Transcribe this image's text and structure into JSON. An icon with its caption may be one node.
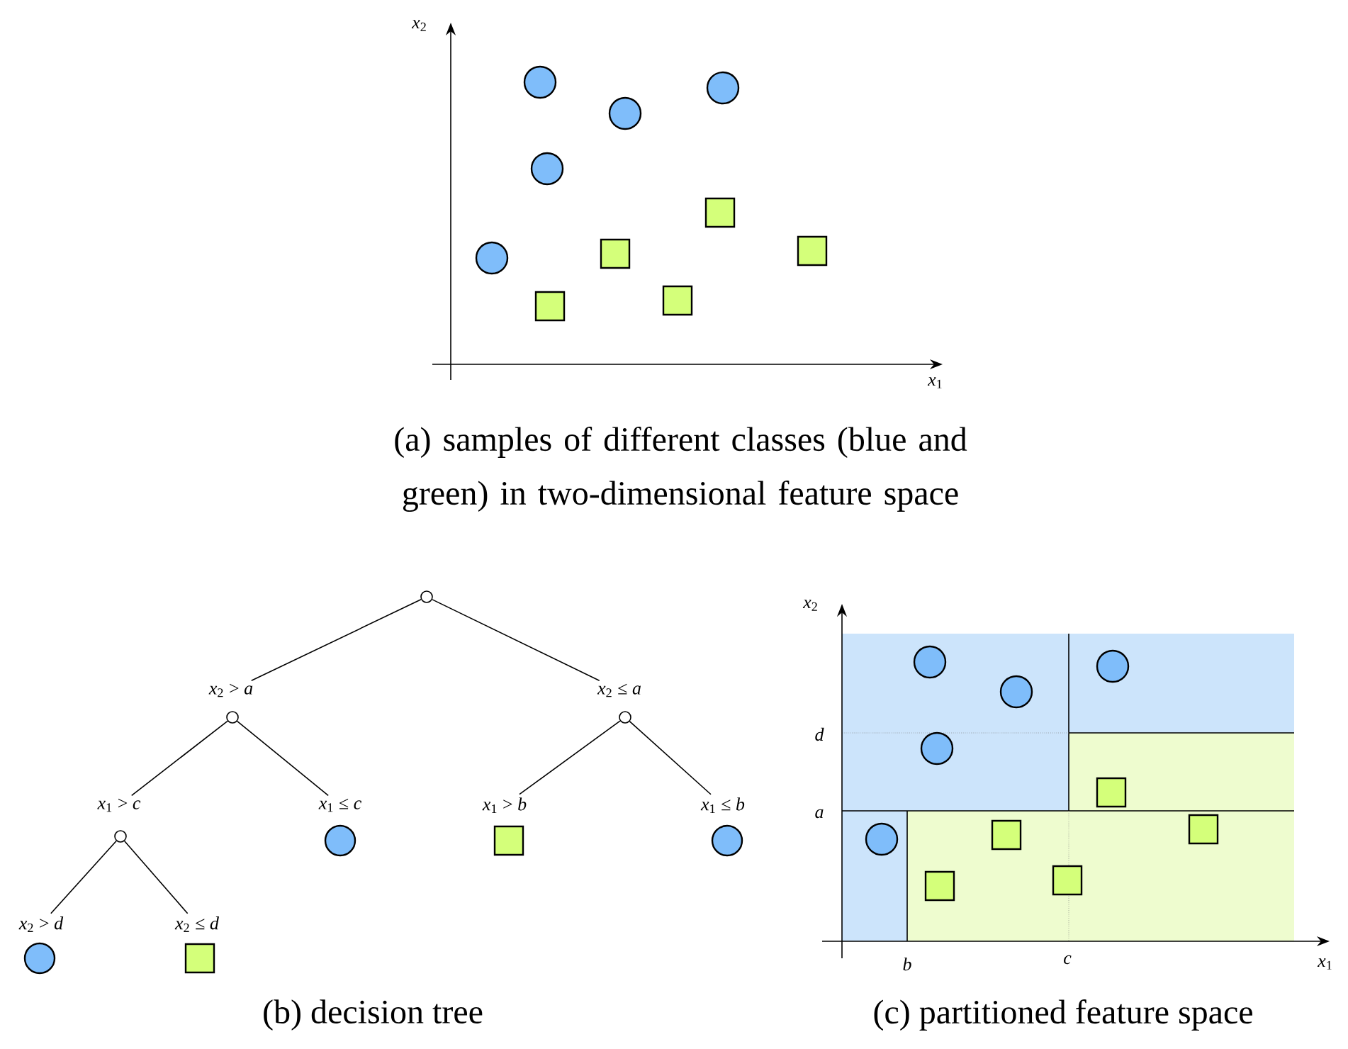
{
  "diagram": {
    "nodes": [
      {
        "text": [],
        "shape": "circle"
      },
      {
        "text": [
          "*x*$_{2}$ > *a*"
        ]
      },
      {
        "text": [
          "*x*$_{2}$ ≤ *a*"
        ]
      },
      {
        "text": [],
        "shape": "circle"
      },
      {
        "text": [],
        "shape": "circle"
      },
      {
        "text": [
          "*x*$_{1}$ > *c*"
        ]
      },
      {
        "text": [
          "*x*$_{1}$ ≤ *c*"
        ]
      },
      {
        "text": [
          "*x*$_{1}$ > *b*"
        ]
      },
      {
        "text": [
          "*x*$_{1}$ ≤ *b*"
        ]
      },
      {
        "text": [],
        "shape": "circle"
      },
      {
        "text": [],
        "shape": "circle"
      },
      {
        "text": [],
        "shape": "box"
      },
      {
        "text": [],
        "shape": "circle"
      },
      {
        "text": [
          "*x*$_{2}$ > *d*"
        ]
      },
      {
        "text": [
          "*x*$_{2}$ ≤ *d*"
        ]
      },
      {
        "text": [],
        "shape": "circle"
      },
      {
        "text": [],
        "shape": "box"
      }
    ],
    "edges": [
      {
        "from": 0,
        "to": 1,
        "arrow": "none"
      },
      {
        "from": 0,
        "to": 2,
        "arrow": "none"
      },
      {
        "from": 3,
        "to": 5,
        "arrow": "none"
      },
      {
        "from": 3,
        "to": 6,
        "arrow": "none"
      },
      {
        "from": 4,
        "to": 7,
        "arrow": "none"
      },
      {
        "from": 4,
        "to": 8,
        "arrow": "none"
      },
      {
        "from": 9,
        "to": 13,
        "arrow": "none"
      },
      {
        "from": 9,
        "to": 14,
        "arrow": "none"
      }
    ],
    "labels": [
      "*x*$_{2}$",
      "*x*$_{1}$",
      "(a) samples of different classes (blue and green) in two-dimensional feature space",
      "*x*$_{2}$",
      "d",
      "a",
      "b",
      "c",
      "*x*$_{1}$",
      "(b) decision tree",
      "(c) partitioned feature space"
    ]
  }
}
